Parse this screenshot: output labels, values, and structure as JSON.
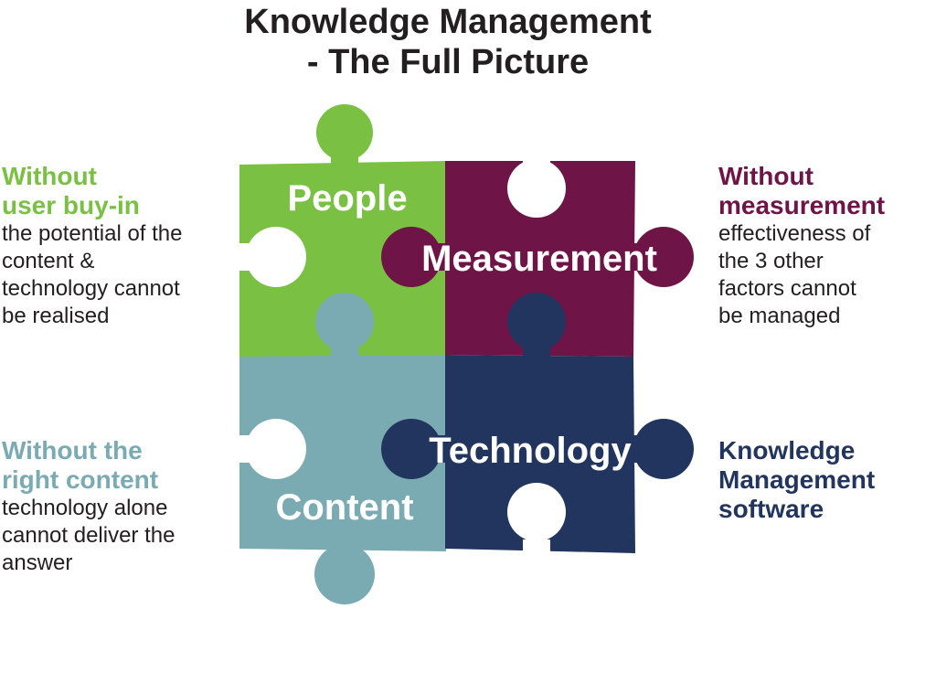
{
  "title": {
    "line1": "Knowledge Management",
    "line2": "- The Full Picture"
  },
  "colors": {
    "people": "#7ac143",
    "measurement": "#6e1446",
    "content": "#7aaab2",
    "technology": "#22355e",
    "text": "#231f20"
  },
  "pieces": {
    "people": "People",
    "measurement": "Measurement",
    "content": "Content",
    "technology": "Technology"
  },
  "notes": {
    "people": {
      "heading": [
        "Without",
        "user buy-in"
      ],
      "body": [
        "the potential of the",
        "content &",
        "technology cannot",
        "be realised"
      ]
    },
    "measurement": {
      "heading": [
        "Without",
        "measurement"
      ],
      "body": [
        "effectiveness of",
        "the 3 other",
        "factors cannot",
        "be managed"
      ]
    },
    "content": {
      "heading": [
        "Without the",
        "right content"
      ],
      "body": [
        "technology alone",
        "cannot deliver the",
        "answer"
      ]
    },
    "technology": {
      "heading": [
        "Knowledge",
        "Management",
        "software"
      ],
      "body": []
    }
  }
}
